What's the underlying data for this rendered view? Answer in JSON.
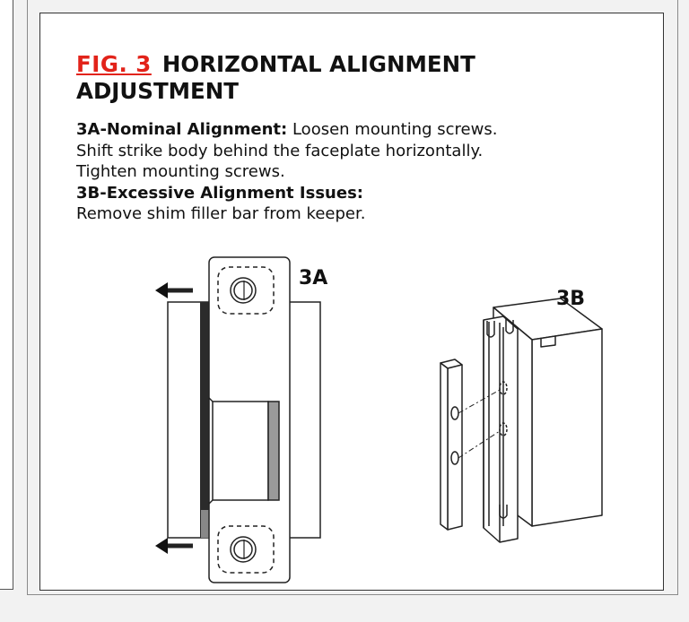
{
  "figure": {
    "number_label": "FIG. 3",
    "title": "HORIZONTAL ALIGNMENT ADJUSTMENT",
    "accent_color": "#e2231a"
  },
  "instructions": {
    "nominal_heading": "3A-Nominal Alignment:",
    "nominal_text_1": "Loosen mounting screws.",
    "nominal_text_2": "Shift strike body behind the faceplate horizontally.",
    "nominal_text_3": "Tighten mounting screws.",
    "excessive_heading": "3B-Excessive Alignment Issues:",
    "excessive_text": "Remove shim filler bar from keeper."
  },
  "diagram": {
    "label_a": "3A",
    "label_b": "3B",
    "arrow_direction": "left"
  }
}
